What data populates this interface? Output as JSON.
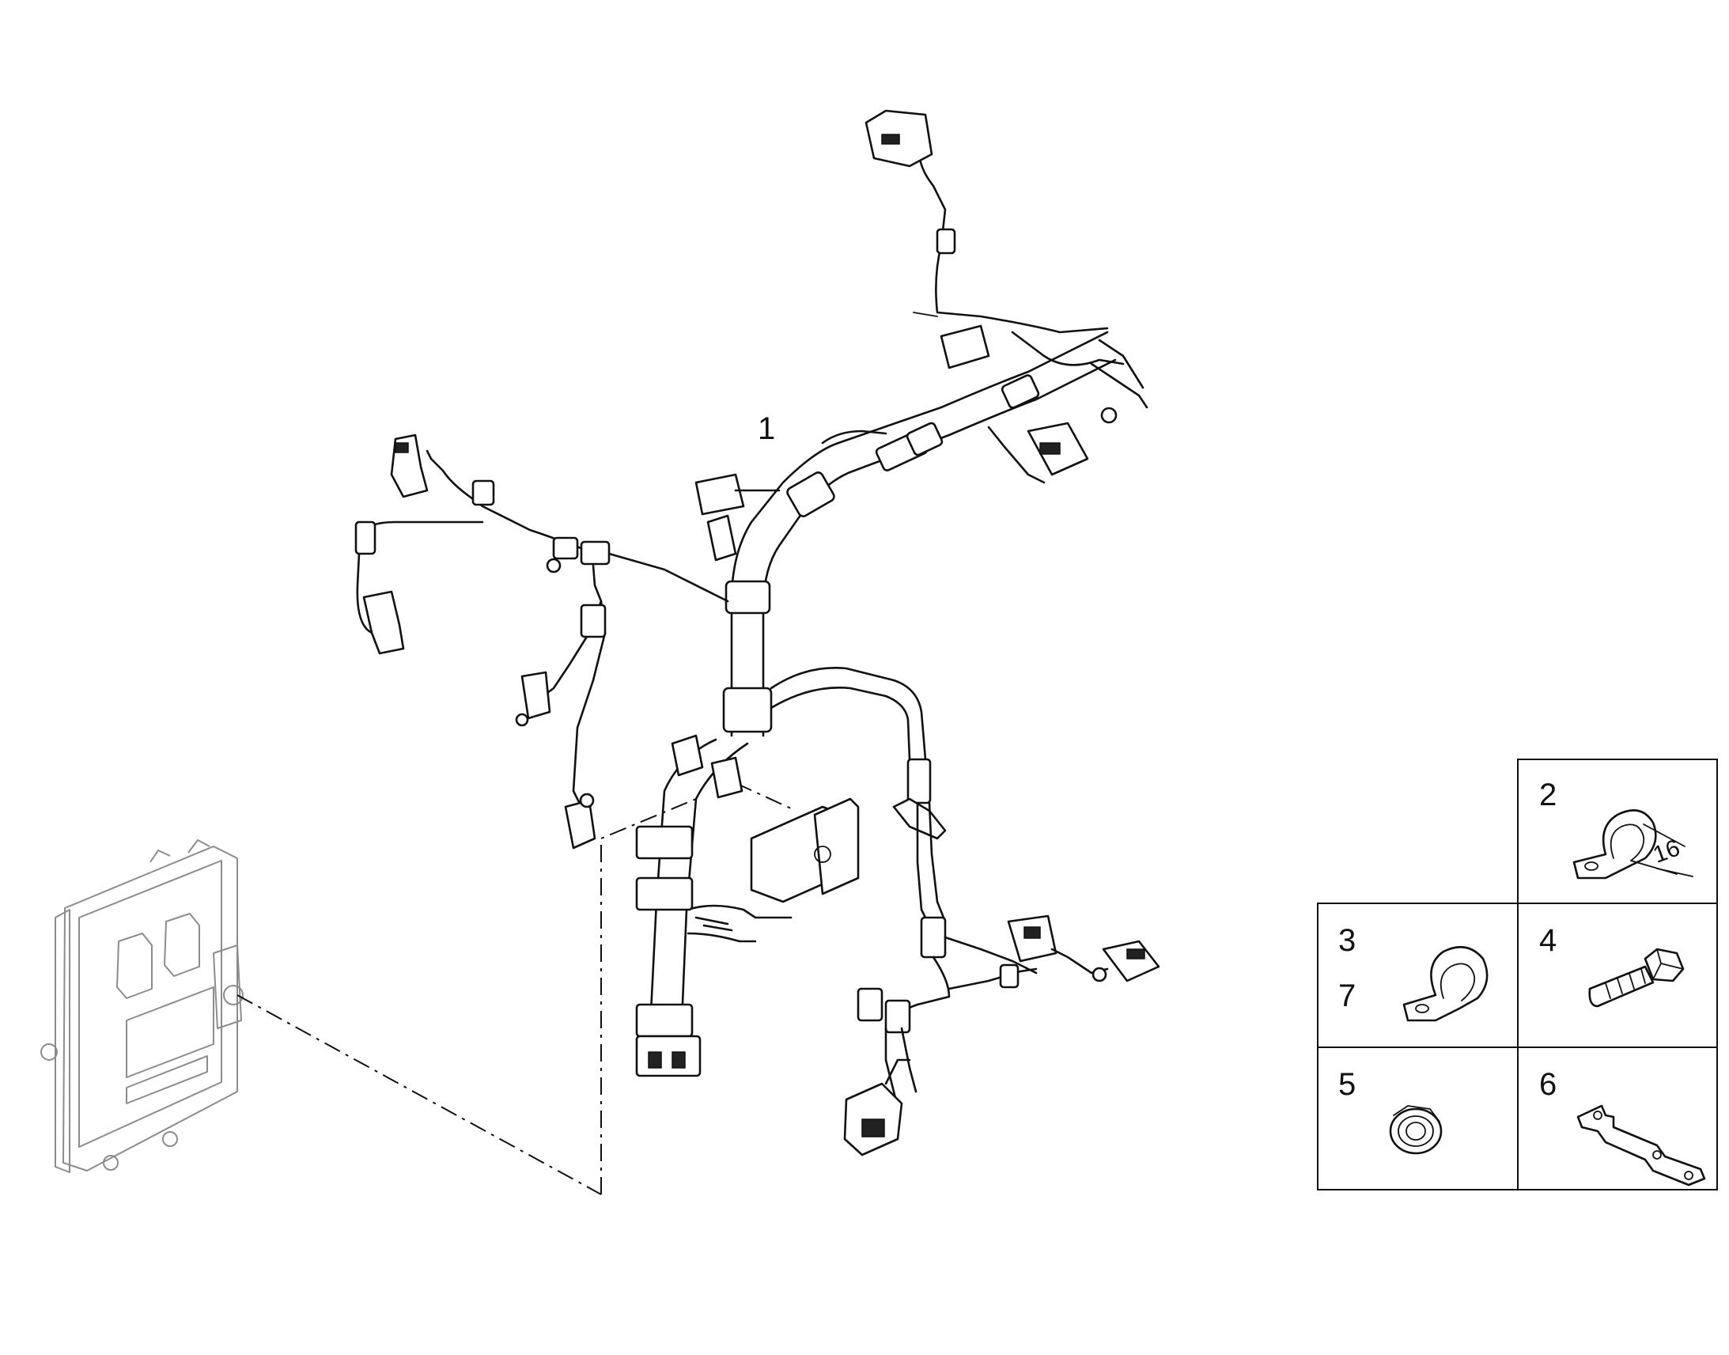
{
  "callouts": {
    "harness": "1",
    "clamp_16": "2",
    "clamp_a": "3",
    "clamp_b": "7",
    "bolt": "4",
    "flange_nut": "5",
    "bracket": "6"
  },
  "dimensions": {
    "clamp_diameter": "16"
  }
}
